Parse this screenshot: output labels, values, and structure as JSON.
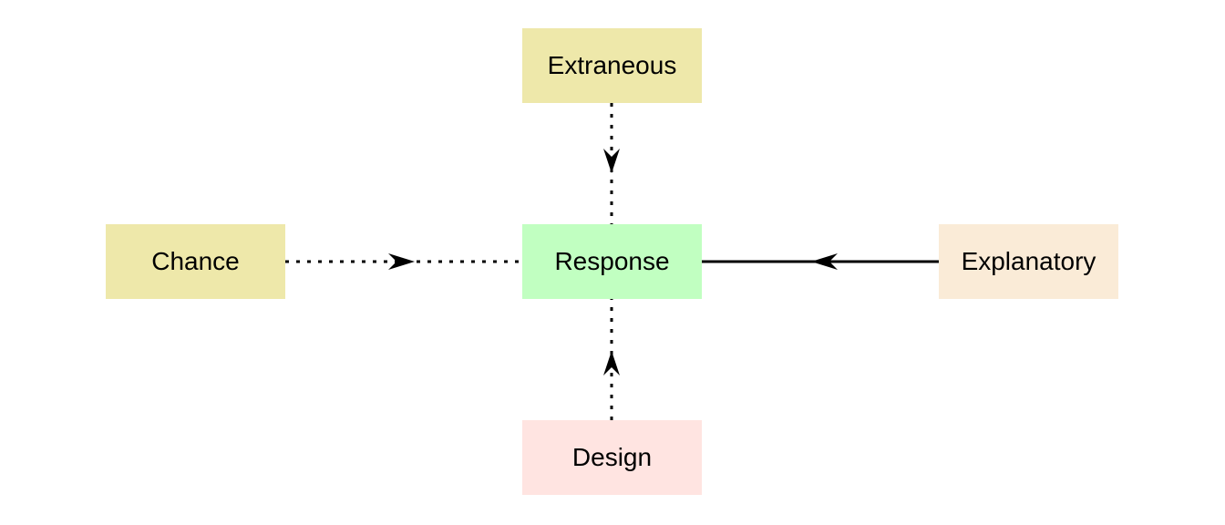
{
  "nodes": {
    "extraneous": {
      "label": "Extraneous",
      "color": "#EEE8AA"
    },
    "chance": {
      "label": "Chance",
      "color": "#EEE8AA"
    },
    "response": {
      "label": "Response",
      "color": "#C1FFC1"
    },
    "explanatory": {
      "label": "Explanatory",
      "color": "#FAEBD7"
    },
    "design": {
      "label": "Design",
      "color": "#FFE4E1"
    }
  },
  "edges": [
    {
      "from": "Extraneous",
      "to": "Response",
      "style": "dotted"
    },
    {
      "from": "Chance",
      "to": "Response",
      "style": "dotted"
    },
    {
      "from": "Explanatory",
      "to": "Response",
      "style": "solid"
    },
    {
      "from": "Design",
      "to": "Response",
      "style": "dotted"
    }
  ],
  "colors": {
    "edge": "#000000",
    "background": "#FFFFFF"
  }
}
